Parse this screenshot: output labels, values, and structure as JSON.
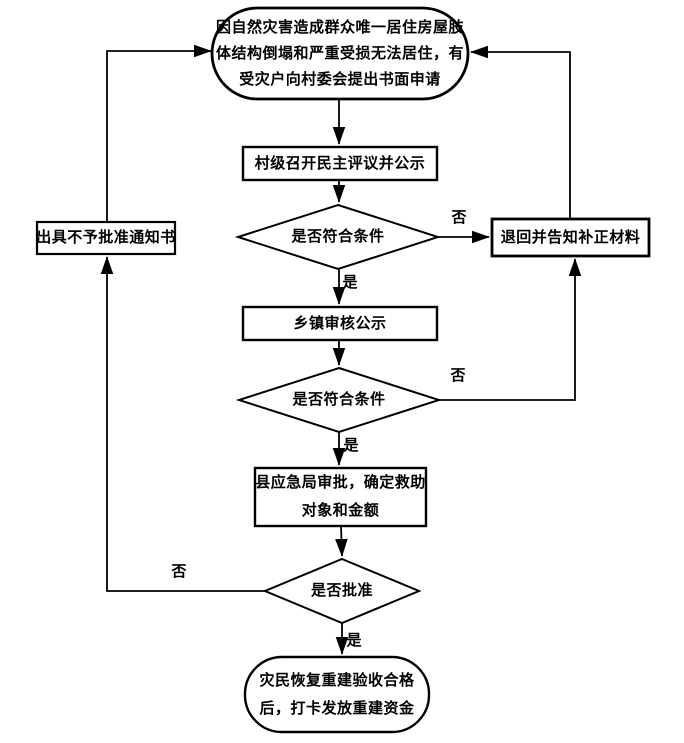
{
  "flowchart": {
    "nodes": {
      "start": {
        "shape": "terminator",
        "lines": [
          "因自然灾害造成群众唯一居住房屋肢",
          "体结构倒塌和严重受损无法居住，有",
          "受灾户向村委会提出书面申请"
        ]
      },
      "village_review": {
        "shape": "process",
        "label": "村级召开民主评议并公示"
      },
      "decision_village": {
        "shape": "decision",
        "label": "是否符合条件"
      },
      "return_materials": {
        "shape": "process",
        "label": "退回并告知补正材料"
      },
      "reject_notice": {
        "shape": "process",
        "label": "出具不予批准通知书"
      },
      "town_review": {
        "shape": "process",
        "label": "乡镇审核公示"
      },
      "decision_town": {
        "shape": "decision",
        "label": "是否符合条件"
      },
      "county_approval": {
        "shape": "process",
        "lines": [
          "县应急局审批，确定救助",
          "对象和金额"
        ]
      },
      "decision_approve": {
        "shape": "decision",
        "label": "是否批准"
      },
      "end": {
        "shape": "terminator",
        "lines": [
          "灾民恢复重建验收合格",
          "后，打卡发放重建资金"
        ]
      }
    },
    "edge_labels": {
      "yes": "是",
      "no": "否"
    },
    "colors": {
      "stroke": "#000000",
      "fill": "#ffffff",
      "background": "#ffffff"
    }
  }
}
